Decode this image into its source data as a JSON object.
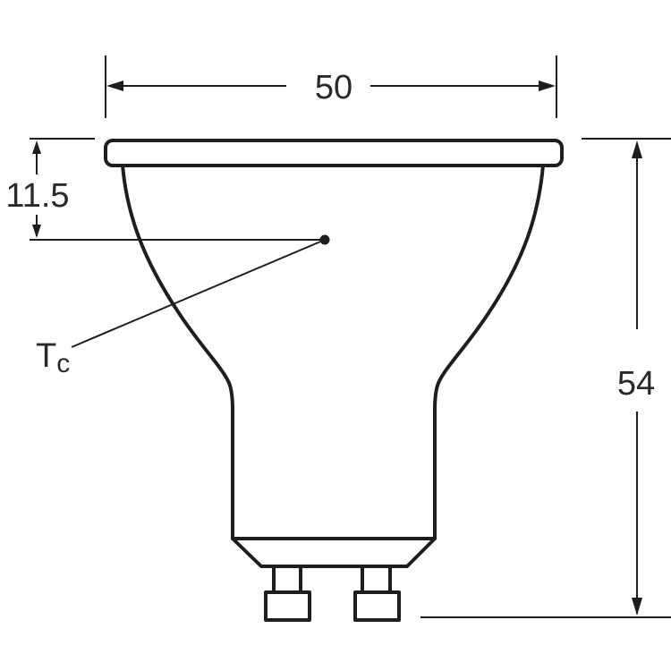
{
  "diagram": {
    "subject": "GU10 reflector lamp dimension drawing",
    "units": "mm",
    "dimensions": {
      "diameter": {
        "label": "50",
        "value": 50
      },
      "length": {
        "label": "54",
        "value": 54
      },
      "tc_offset": {
        "label": "11.5",
        "value": 11.5
      }
    },
    "callouts": {
      "tc": {
        "main": "T",
        "sub": "c"
      }
    },
    "colors": {
      "line": "#1e1e1e",
      "text": "#2a2a2a",
      "background": "#ffffff"
    }
  }
}
